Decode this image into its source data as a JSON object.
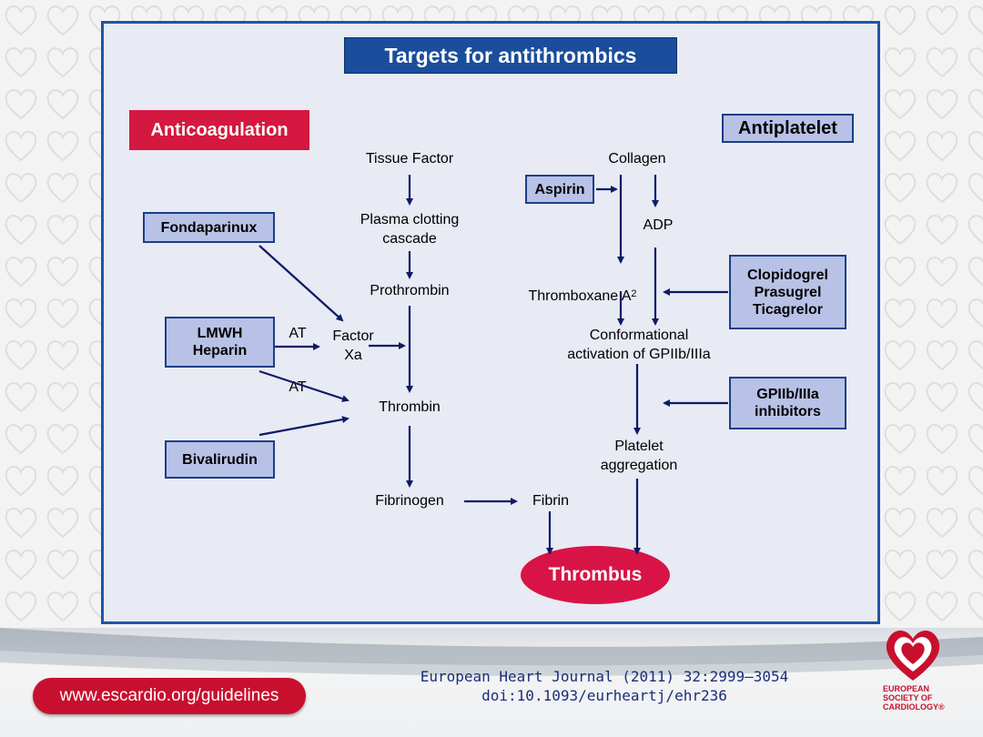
{
  "title": "Targets for antithrombics",
  "categories": {
    "anticoagulation": "Anticoagulation",
    "antiplatelet": "Antiplatelet"
  },
  "drugs": {
    "fondaparinux": "Fondaparinux",
    "lmwh_heparin": "LMWH\nHeparin",
    "bivalirudin": "Bivalirudin",
    "aspirin": "Aspirin",
    "clopidogrel_group": "Clopidogrel\nPrasugrel\nTicagrelor",
    "gp_inhibitors": "GPIIb/IIIa\ninhibitors"
  },
  "coagulation_pathway": {
    "tissue_factor": "Tissue Factor",
    "plasma_clotting": "Plasma clotting\ncascade",
    "prothrombin": "Prothrombin",
    "factor_xa": "Factor\nXa",
    "thrombin": "Thrombin",
    "fibrinogen": "Fibrinogen",
    "fibrin": "Fibrin",
    "at_label_1": "AT",
    "at_label_2": "AT"
  },
  "platelet_pathway": {
    "collagen": "Collagen",
    "adp": "ADP",
    "thromboxane": "Thromboxane A",
    "thromboxane_sup": "2",
    "conformational": "Conformational\nactivation of GPIIb/IIIa",
    "platelet_aggregation": "Platelet\naggregation"
  },
  "outcome": "Thrombus",
  "footer": {
    "url": "www.escardio.org/guidelines",
    "citation_line1": "European Heart Journal (2011) 32:2999–3054",
    "citation_line2": "doi:10.1093/eurheartj/ehr236",
    "logo_text": "EUROPEAN\nSOCIETY OF\nCARDIOLOGY®"
  },
  "colors": {
    "panel_border": "#1e56a6",
    "title_bg": "#1a4d9c",
    "accent_red": "#d5183f",
    "drug_box": "#b8c2e6",
    "arrow": "#0d1a66"
  }
}
